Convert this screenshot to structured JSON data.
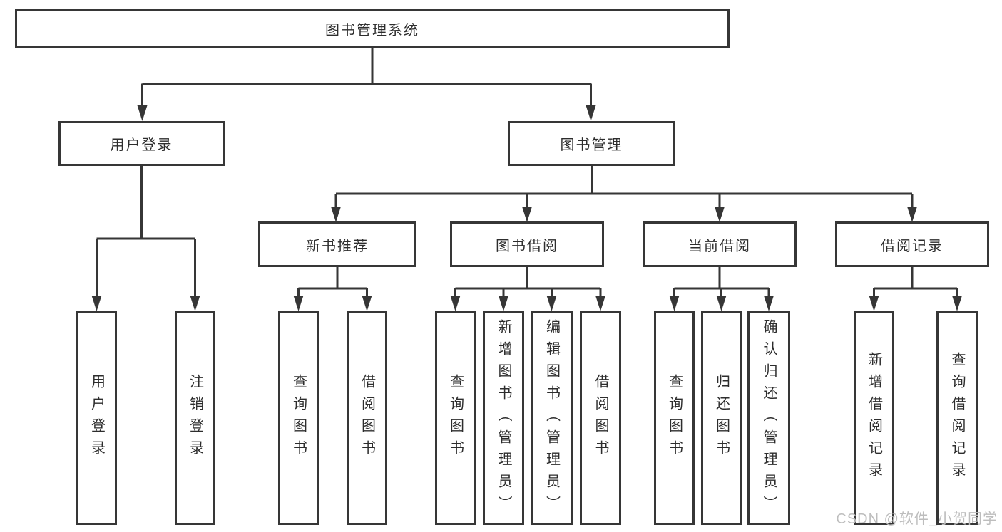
{
  "tree": {
    "root": {
      "label": "图书管理系统"
    },
    "branches": [
      {
        "label": "用户登录",
        "children": [
          {
            "label": "用户登录"
          },
          {
            "label": "注销登录"
          }
        ]
      },
      {
        "label": "图书管理",
        "groups": [
          {
            "label": "新书推荐",
            "children": [
              {
                "label": "查询图书"
              },
              {
                "label": "借阅图书"
              }
            ]
          },
          {
            "label": "图书借阅",
            "children": [
              {
                "label": "查询图书"
              },
              {
                "label": "新增图书（管理员）"
              },
              {
                "label": "编辑图书（管理员）"
              },
              {
                "label": "借阅图书"
              }
            ]
          },
          {
            "label": "当前借阅",
            "children": [
              {
                "label": "查询图书"
              },
              {
                "label": "归还图书"
              },
              {
                "label": "确认归还（管理员）"
              }
            ]
          },
          {
            "label": "借阅记录",
            "children": [
              {
                "label": "新增借阅记录"
              },
              {
                "label": "查询借阅记录"
              }
            ]
          }
        ]
      }
    ]
  },
  "watermark": {
    "text": "CSDN @软件_小贺同学"
  },
  "colors": {
    "line": "#363636",
    "box_border": "#363636",
    "text": "#2d2d2d",
    "watermark": "#bdbdbd",
    "background": "#ffffff"
  }
}
